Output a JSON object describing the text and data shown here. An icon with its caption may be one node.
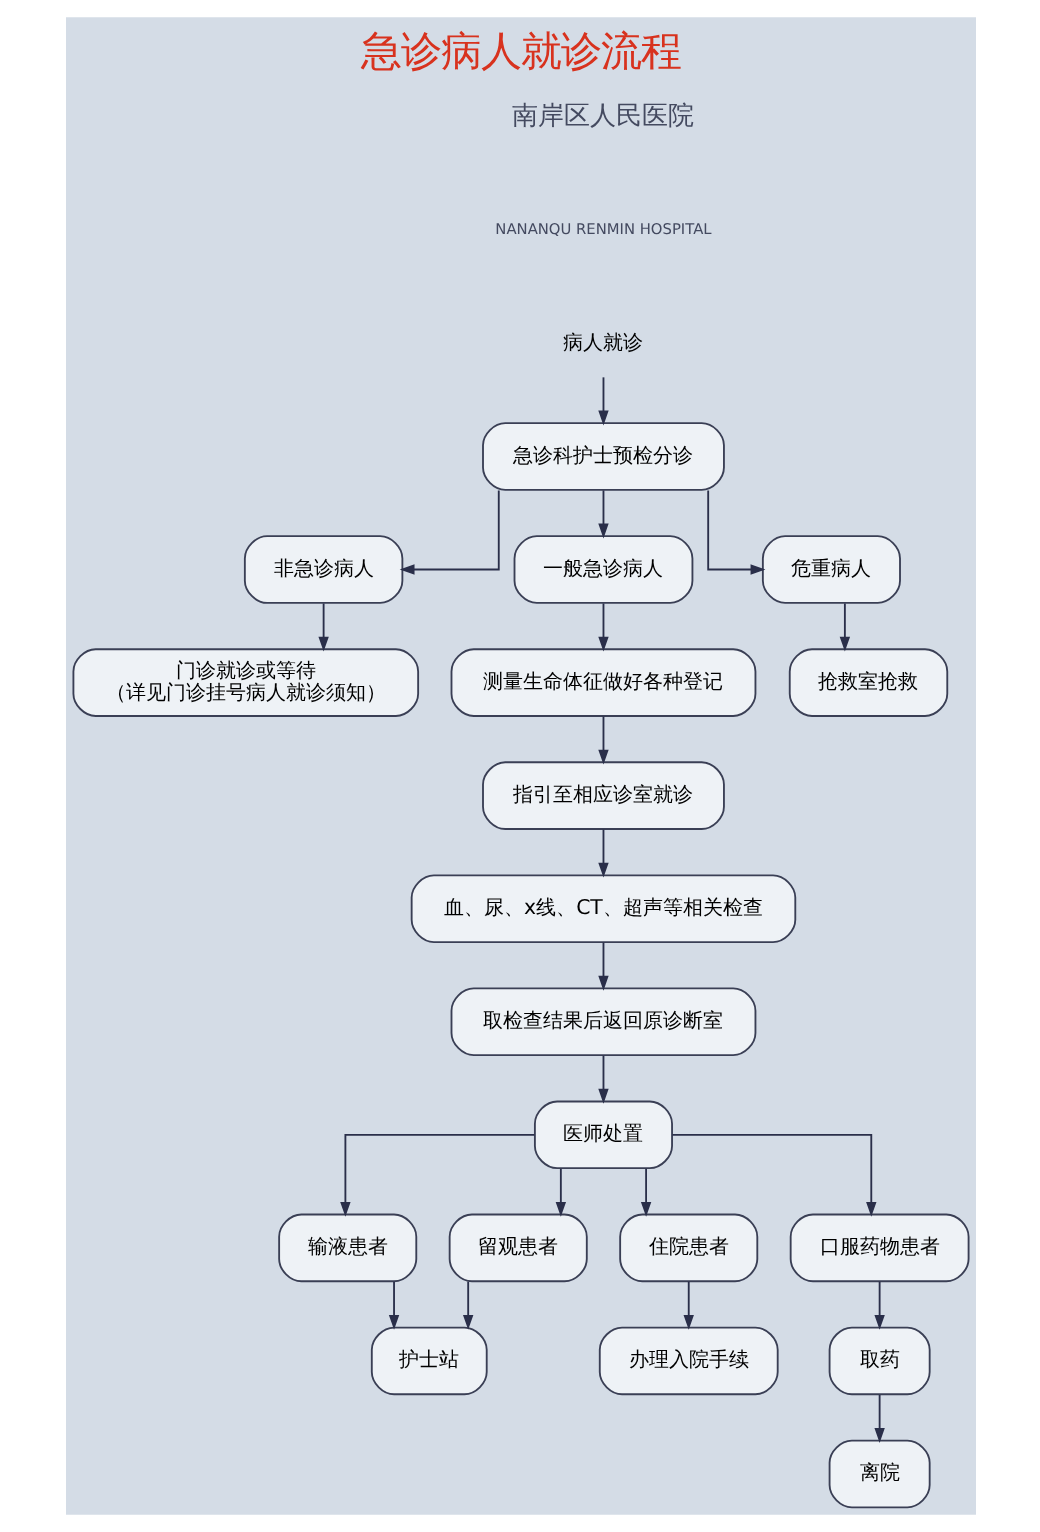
{
  "diagram": {
    "title": "急诊病人就诊流程",
    "nodes": [
      {
        "text": [
          "病人就诊"
        ]
      },
      {
        "text": [
          "急诊科护士预检分诊"
        ]
      },
      {
        "text": [
          "非急诊病人"
        ]
      },
      {
        "text": [
          "一般急诊病人"
        ]
      },
      {
        "text": [
          "危重病人"
        ]
      },
      {
        "text": [
          "门诊就诊或等待",
          "（详见门诊挂号病人就诊须知）"
        ]
      },
      {
        "text": [
          "测量生命体征做好各种登记"
        ]
      },
      {
        "text": [
          "抢救室抢救"
        ]
      },
      {
        "text": [
          "指引至相应诊室就诊"
        ]
      },
      {
        "text": [
          "血、尿、x线、CT、超声等相关检查"
        ]
      },
      {
        "text": [
          "取检查结果后返回原诊断室"
        ]
      },
      {
        "text": [
          "医师处置"
        ]
      },
      {
        "text": [
          "输液患者"
        ]
      },
      {
        "text": [
          "留观患者"
        ]
      },
      {
        "text": [
          "住院患者"
        ]
      },
      {
        "text": [
          "口服药物患者"
        ]
      },
      {
        "text": [
          "护士站"
        ]
      },
      {
        "text": [
          "办理入院手续"
        ]
      },
      {
        "text": [
          "取药"
        ]
      },
      {
        "text": [
          "离院"
        ]
      }
    ],
    "edges": [
      {
        "from": 0,
        "to": 1,
        "arrow": "to"
      },
      {
        "from": 1,
        "to": 2,
        "arrow": "to"
      },
      {
        "from": 1,
        "to": 3,
        "arrow": "to"
      },
      {
        "from": 1,
        "to": 4,
        "arrow": "to"
      },
      {
        "from": 2,
        "to": 5,
        "arrow": "to"
      },
      {
        "from": 3,
        "to": 6,
        "arrow": "to"
      },
      {
        "from": 4,
        "to": 7,
        "arrow": "to"
      },
      {
        "from": 6,
        "to": 8,
        "arrow": "to"
      },
      {
        "from": 8,
        "to": 9,
        "arrow": "to"
      },
      {
        "from": 9,
        "to": 10,
        "arrow": "to"
      },
      {
        "from": 10,
        "to": 11,
        "arrow": "to"
      },
      {
        "from": 11,
        "to": 12,
        "arrow": "to"
      },
      {
        "from": 11,
        "to": 13,
        "arrow": "to"
      },
      {
        "from": 11,
        "to": 14,
        "arrow": "to"
      },
      {
        "from": 11,
        "to": 15,
        "arrow": "to"
      },
      {
        "from": 12,
        "to": 16,
        "arrow": "to"
      },
      {
        "from": 13,
        "to": 16,
        "arrow": "to"
      },
      {
        "from": 14,
        "to": 17,
        "arrow": "to"
      },
      {
        "from": 15,
        "to": 18,
        "arrow": "to"
      },
      {
        "from": 18,
        "to": 19,
        "arrow": "to"
      }
    ],
    "labels": [
      "南岸区人民医院",
      "NANANQU RENMIN HOSPITAL"
    ]
  }
}
